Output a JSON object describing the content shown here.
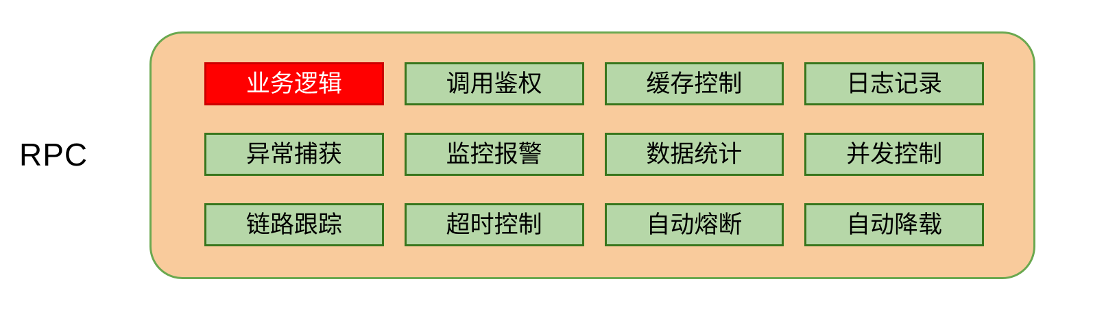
{
  "diagram": {
    "side_label": "RPC",
    "cells": [
      {
        "label": "业务逻辑",
        "highlight": true
      },
      {
        "label": "调用鉴权",
        "highlight": false
      },
      {
        "label": "缓存控制",
        "highlight": false
      },
      {
        "label": "日志记录",
        "highlight": false
      },
      {
        "label": "异常捕获",
        "highlight": false
      },
      {
        "label": "监控报警",
        "highlight": false
      },
      {
        "label": "数据统计",
        "highlight": false
      },
      {
        "label": "并发控制",
        "highlight": false
      },
      {
        "label": "链路跟踪",
        "highlight": false
      },
      {
        "label": "超时控制",
        "highlight": false
      },
      {
        "label": "自动熔断",
        "highlight": false
      },
      {
        "label": "自动降载",
        "highlight": false
      }
    ],
    "colors": {
      "container_fill": "#F9CB9C",
      "container_border": "#6AA84F",
      "cell_fill": "#B6D7A8",
      "cell_border": "#38761D",
      "cell_text": "#000000",
      "highlight_fill": "#FF0000",
      "highlight_border": "#CC0000",
      "highlight_text": "#FFFFFF"
    }
  }
}
